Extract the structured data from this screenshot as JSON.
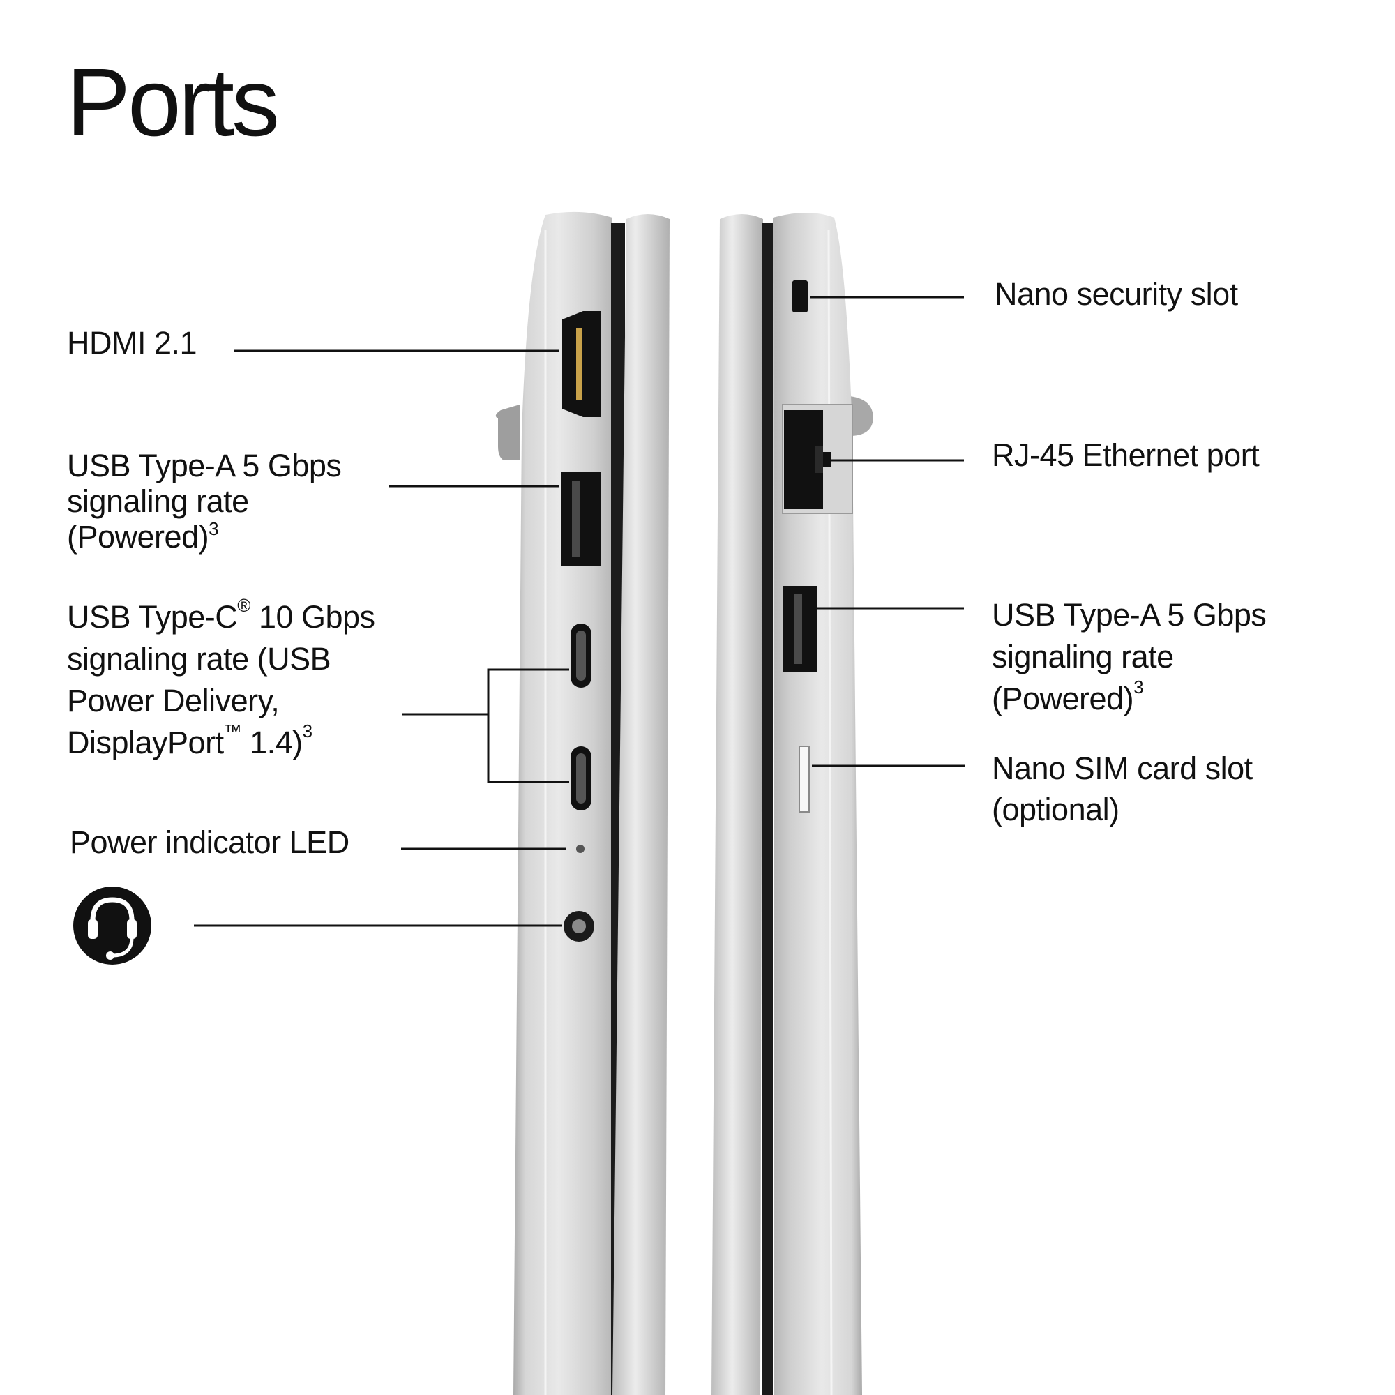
{
  "title": "Ports",
  "left_side": {
    "hdmi": {
      "lines": [
        "HDMI 2.1"
      ]
    },
    "usb_a": {
      "lines": [
        "USB Type-A 5 Gbps",
        "signaling rate",
        "(Powered)"
      ],
      "sup": "3"
    },
    "usb_c": {
      "lines": [
        "USB Type-C",
        "®",
        " 10 Gbps",
        "signaling rate (USB",
        "Power Delivery,",
        "DisplayPort",
        "™",
        " 1.4)"
      ],
      "sup": "3"
    },
    "power_led": {
      "lines": [
        "Power indicator LED"
      ]
    },
    "audio_jack": {
      "icon": "headset-icon"
    }
  },
  "right_side": {
    "security_slot": {
      "lines": [
        "Nano security slot"
      ]
    },
    "ethernet": {
      "lines": [
        "RJ-45 Ethernet port"
      ]
    },
    "usb_a": {
      "lines": [
        "USB Type-A 5 Gbps",
        "signaling rate",
        "(Powered)"
      ],
      "sup": "3"
    },
    "sim_slot": {
      "lines": [
        "Nano SIM card slot",
        "(optional)"
      ]
    }
  },
  "colors": {
    "silver": "#c9c9c9",
    "silver_light": "#e8e8e8",
    "port_black": "#1a1a1a",
    "text": "#111111"
  }
}
